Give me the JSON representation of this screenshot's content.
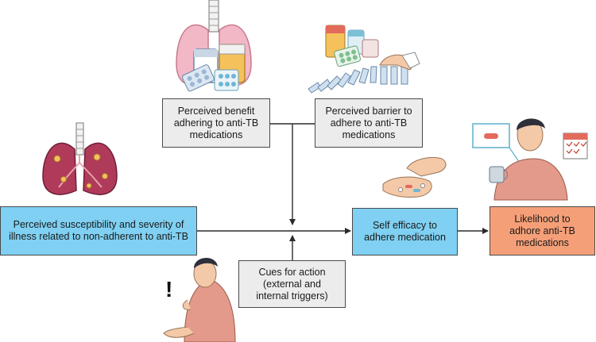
{
  "boxes": {
    "benefit": "Perceived benefit\nadhering to anti-TB\nmedications",
    "barrier": "Perceived barrier to\nadhere to anti-TB\nmedications",
    "susceptibility": "Perceived susceptibility and severity of\nillness related to non-adherent to anti-TB",
    "cues": "Cues for action\n(external and\ninternal triggers)",
    "self_efficacy": "Self efficacy to\nadhere medication",
    "likelihood": "Likelihood to\nadhore anti-TB\nmedications"
  },
  "exclamation": "!",
  "colors": {
    "blue_box": "#7fd0f2",
    "grey_box": "#ececec",
    "orange_box": "#f59f78",
    "lung_pink": "#f2b8c6",
    "lung_diseased": "#b03a5a",
    "skin": "#f3c9a8",
    "shirt": "#e39a8a"
  },
  "icons": [
    "lungs-with-pills-icon",
    "pills-and-falling-dominoes-icon",
    "diseased-lungs-icon",
    "pills-in-hands-icon",
    "patient-with-calendar-icon",
    "worried-patient-icon"
  ]
}
